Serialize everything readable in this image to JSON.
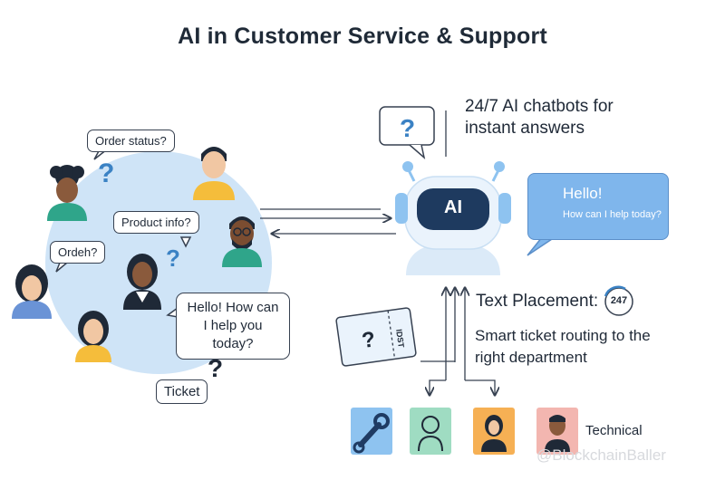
{
  "title": "AI in Customer Service & Support",
  "customer_bubbles": {
    "order_status": "Order status?",
    "product_info": "Product info?",
    "ordeh": "Ordeh?",
    "greeting": "Hello! How can I help you today?",
    "ticket": "Ticket"
  },
  "ai_badge": "AI",
  "chatbot_heading": "24/7 AI chatbots for instant answers",
  "chat_panel": {
    "hello": "Hello!",
    "help": "How can I help today?"
  },
  "text_placement": {
    "label": "Text Placement:",
    "clock_label": "247"
  },
  "routing_text": "Smart ticket routing to the right department",
  "ticket_stub_text": "IDST",
  "department_label": "Technical",
  "watermark": "@BlockchainBaller",
  "colors": {
    "circle_bg": "#cfe4f7",
    "chat_panel": "#7fb6ec",
    "robot_accent": "#8ec3f0",
    "robot_face": "#1e3a5f",
    "dept_wrench": "#8ec3f0",
    "dept_agent1": "#9fdcc2",
    "dept_agent2": "#f6b054",
    "dept_agent3": "#f3b6b0"
  },
  "icons": [
    "question-mark-icon",
    "robot-icon",
    "checkmark-icon",
    "ticket-icon",
    "clock-icon",
    "wrench-icon",
    "person-icon"
  ]
}
